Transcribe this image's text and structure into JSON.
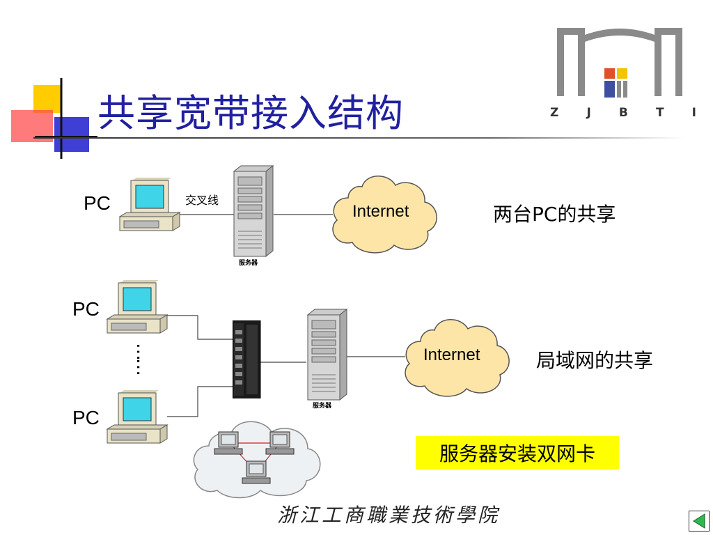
{
  "slide": {
    "title": "共享宽带接入结构",
    "logo_letters": [
      "Z",
      "J",
      "B",
      "T",
      "I"
    ],
    "footer": "浙江工商職業技術學院"
  },
  "diagram1": {
    "pc_label": "PC",
    "cable_label": "交叉线",
    "server_label": "服务器",
    "cloud_label": "Internet",
    "caption": "两台PC的共享"
  },
  "diagram2": {
    "pc_top_label": "PC",
    "pc_bottom_label": "PC",
    "ellipsis": "……",
    "server_label": "服务器",
    "cloud_label": "Internet",
    "caption": "局域网的共享",
    "highlight": "服务器安装双网卡"
  },
  "colors": {
    "title": "#2020a0",
    "highlight": "#ffff00",
    "cloud_fill": "#fde5a8",
    "monitor_screen": "#3fd4e8",
    "lan_link": "#d02020"
  },
  "icons": {
    "nav_prev": "triangle-left-icon"
  }
}
